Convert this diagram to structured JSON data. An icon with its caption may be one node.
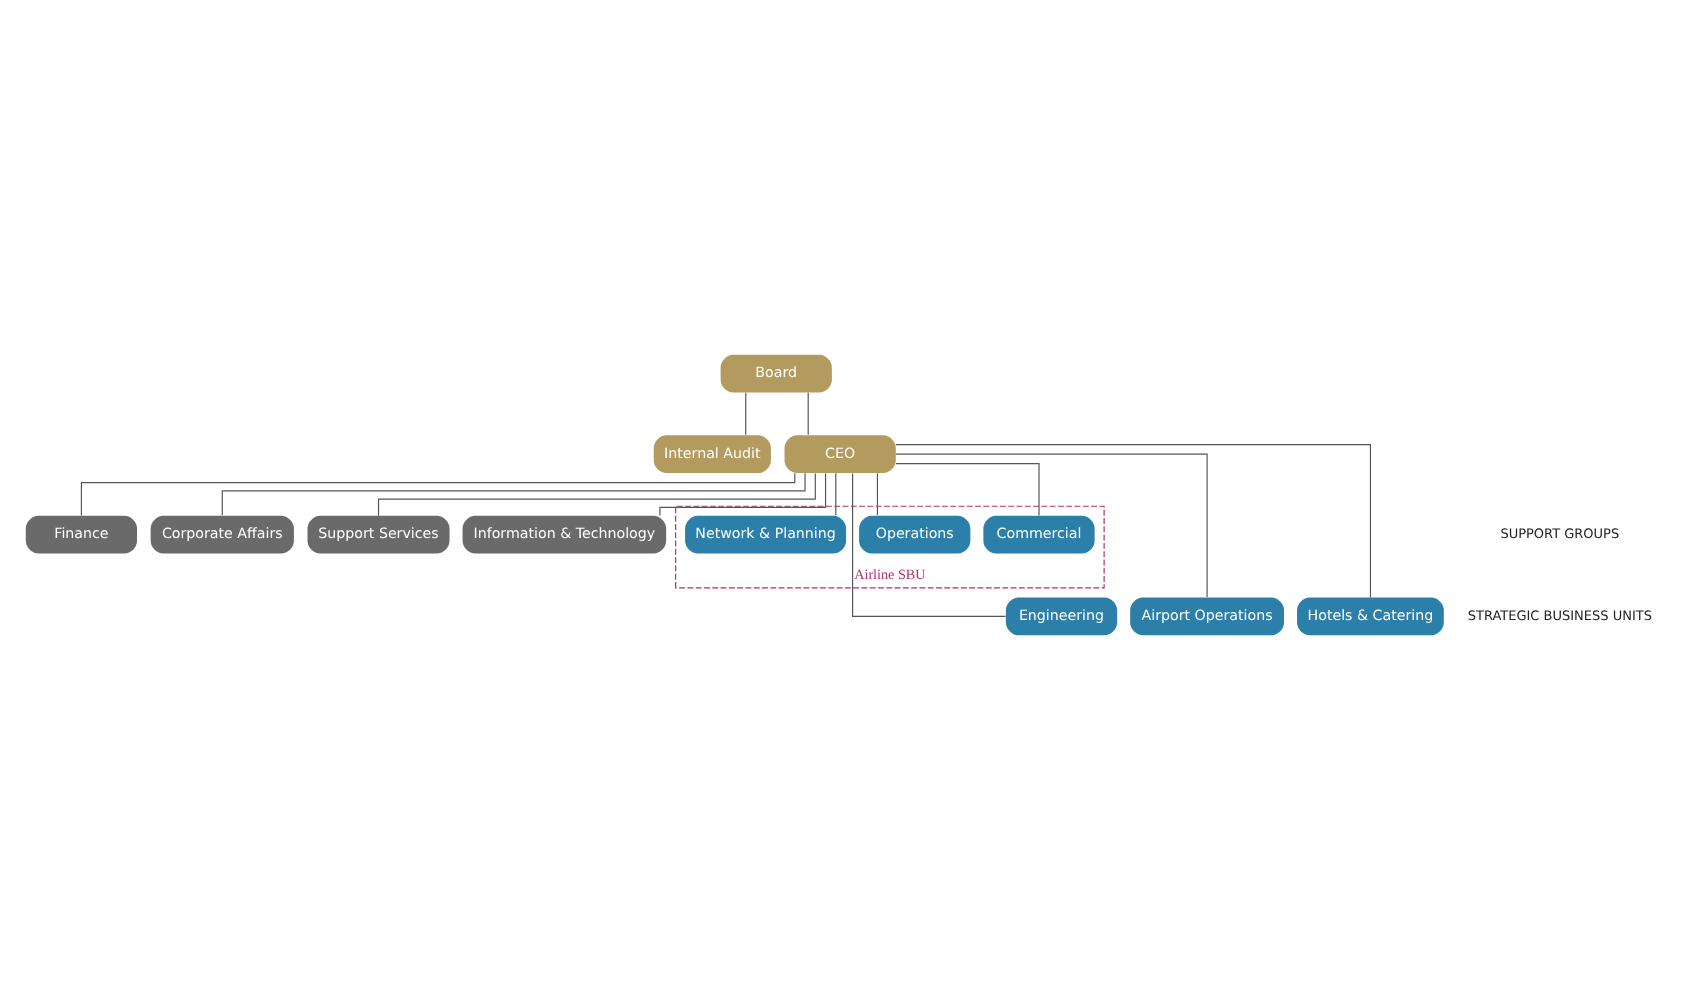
{
  "diagram": {
    "nodes": [
      {
        "text": [
          "Board"
        ]
      },
      {
        "text": [
          "Internal Audit"
        ]
      },
      {
        "text": [
          "CEO"
        ]
      },
      {
        "text": [
          "Finance"
        ]
      },
      {
        "text": [
          "Corporate Affairs"
        ]
      },
      {
        "text": [
          "Support Services"
        ]
      },
      {
        "text": [
          "Information & Technology"
        ]
      },
      {
        "text": [
          "Airline SBU"
        ]
      },
      {
        "text": [
          "Commercial"
        ],
        "in": 7
      },
      {
        "text": [
          "Operations"
        ],
        "in": 7
      },
      {
        "text": [
          "Network & Planning"
        ],
        "in": 7
      },
      {
        "text": [
          "Engineering"
        ]
      },
      {
        "text": [
          "Airport Operations"
        ]
      },
      {
        "text": [
          "Hotels & Catering"
        ]
      }
    ],
    "edges": [
      {
        "from": 0,
        "to": 1,
        "arrow": "none"
      },
      {
        "from": 0,
        "to": 2,
        "arrow": "none"
      },
      {
        "from": 2,
        "to": 3,
        "arrow": "none"
      },
      {
        "from": 2,
        "to": 4,
        "arrow": "none"
      },
      {
        "from": 2,
        "to": 5,
        "arrow": "none"
      },
      {
        "from": 2,
        "to": 6,
        "arrow": "none"
      },
      {
        "from": 2,
        "to": 8,
        "arrow": "none"
      },
      {
        "from": 2,
        "to": 9,
        "arrow": "none"
      },
      {
        "from": 2,
        "to": 10,
        "arrow": "none"
      },
      {
        "from": 2,
        "to": 11,
        "arrow": "none"
      },
      {
        "from": 2,
        "to": 12,
        "arrow": "none"
      },
      {
        "from": 2,
        "to": 13,
        "arrow": "none"
      }
    ],
    "labels": [
      "SUPPORT GROUPS",
      "STRATEGIC BUSINESS UNITS"
    ]
  }
}
